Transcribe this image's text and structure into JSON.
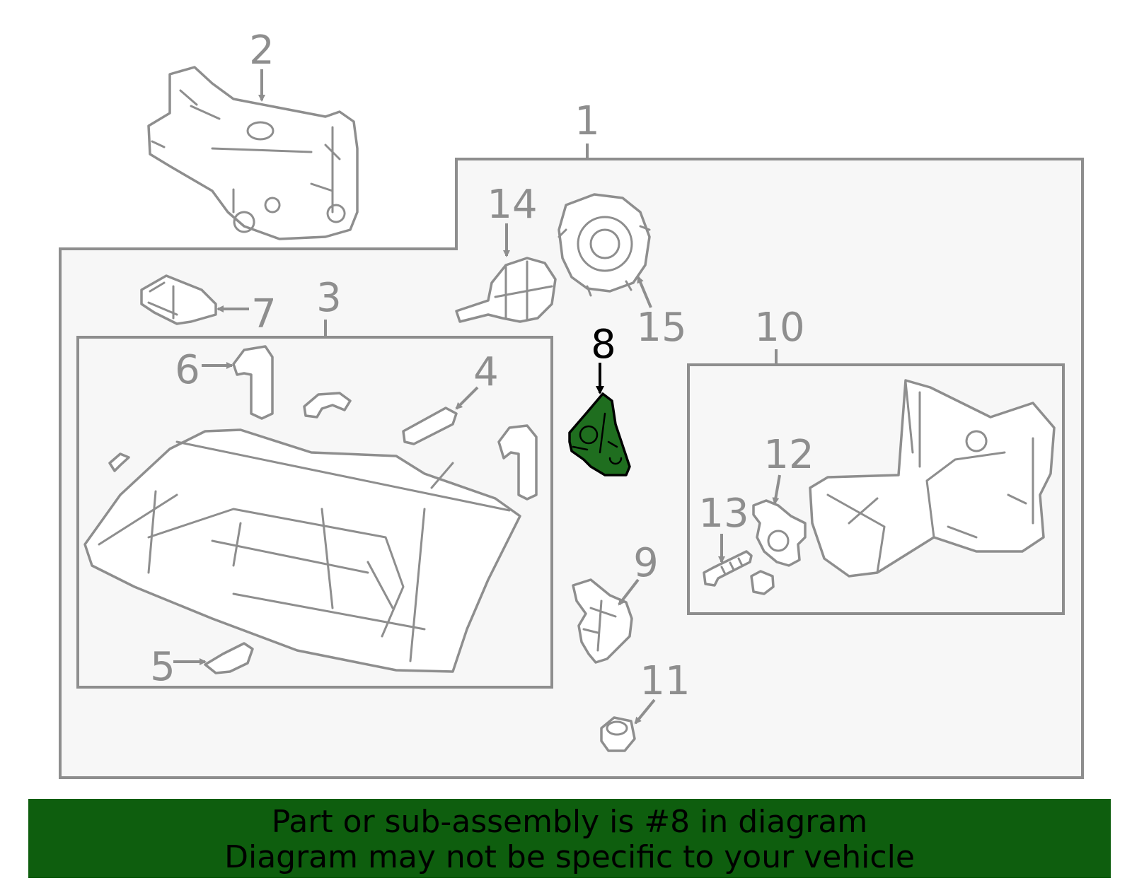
{
  "colors": {
    "highlight_part": "#1f6e1f",
    "footer_background": "#0e5e0e",
    "line": "#8e8e8e",
    "panel": "#f7f7f7"
  },
  "callouts": {
    "c1": "1",
    "c2": "2",
    "c3": "3",
    "c4": "4",
    "c5": "5",
    "c6": "6",
    "c7": "7",
    "c8": "8",
    "c9": "9",
    "c10": "10",
    "c11": "11",
    "c12": "12",
    "c13": "13",
    "c14": "14",
    "c15": "15"
  },
  "highlighted_callout": "8",
  "footer": {
    "line1": "Part or sub-assembly is #8 in diagram",
    "line2": "Diagram may not be specific to your vehicle"
  }
}
